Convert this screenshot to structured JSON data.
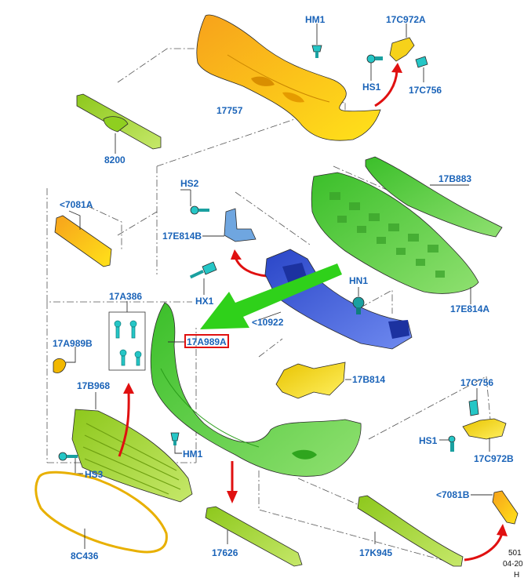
{
  "labels": {
    "hm1_top": "HM1",
    "p17c972a_top": "17C972A",
    "hs1_top": "HS1",
    "p17c756_top": "17C756",
    "p17757": "17757",
    "p8200": "8200",
    "p17b883": "17B883",
    "hs2": "HS2",
    "p17e814b": "17E814B",
    "hx1": "HX1",
    "p7081a": "<7081A",
    "p17e814a": "17E814A",
    "hn1": "HN1",
    "p10922": "<10922",
    "p17a386": "17A386",
    "p17a989b": "17A989B",
    "p17a989a": "17A989A",
    "p17b814": "17B814",
    "p17b968": "17B968",
    "p17c756_bottom": "17C756",
    "hs1_bottom": "HS1",
    "p17c972b": "17C972B",
    "hm1_bottom": "HM1",
    "hs3": "HS3",
    "p7081b": "<7081B",
    "p8c436": "8C436",
    "p17626": "17626",
    "p17k945": "17K945"
  },
  "footer": {
    "line1": "501",
    "line2": "04-20",
    "line3": "H"
  },
  "colors": {
    "label_blue": "#1a63b8",
    "highlight_red": "#e01010",
    "arrow_green": "#2fd11a",
    "part_orange": "#f2b800",
    "part_yellow": "#f6d21a",
    "part_green": "#5fd34a",
    "part_lime": "#a6d63a",
    "part_blue": "#3b5fd8",
    "part_lightblue": "#6fa6e0",
    "part_cyan": "#25c6c6"
  }
}
